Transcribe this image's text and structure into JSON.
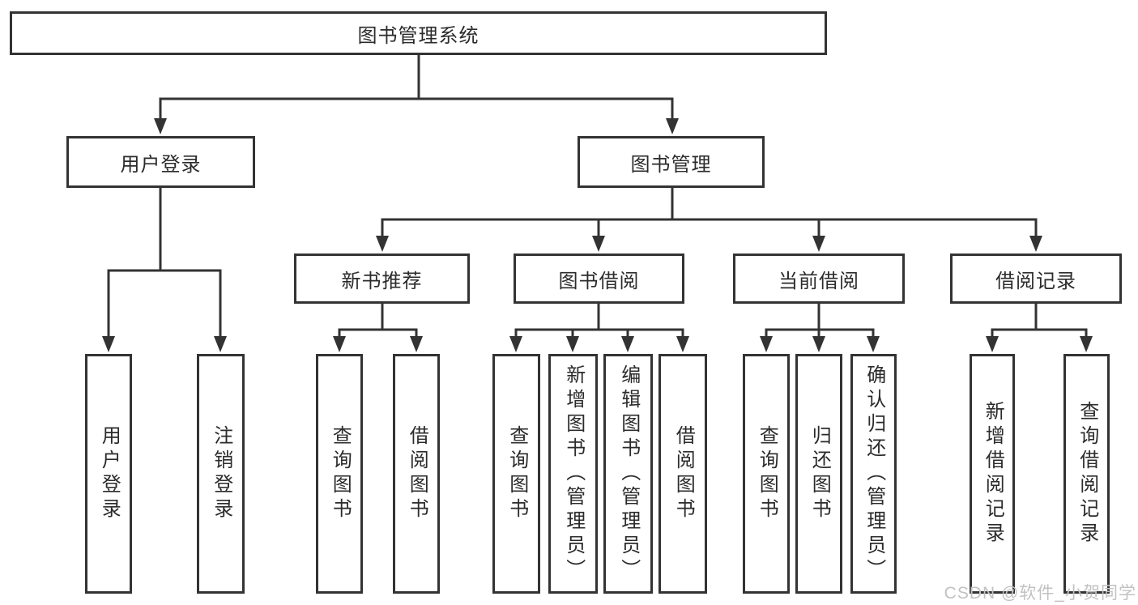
{
  "nodes": {
    "root": "图书管理系统",
    "user_login": "用户登录",
    "book_mgmt": "图书管理",
    "new_book_rec": "新书推荐",
    "book_borrow": "图书借阅",
    "current_borrow": "当前借阅",
    "borrow_records": "借阅记录",
    "leaf_user_login": "用户登录",
    "leaf_logout": "注销登录",
    "leaf_nbr_query": "查询图书",
    "leaf_nbr_borrow": "借阅图书",
    "leaf_bb_query": "查询图书",
    "leaf_bb_add": "新增图书（管理员）",
    "leaf_bb_edit": "编辑图书（管理员）",
    "leaf_bb_borrow": "借阅图书",
    "leaf_cb_query": "查询图书",
    "leaf_cb_return": "归还图书",
    "leaf_cb_confirm": "确认归还（管理员）",
    "leaf_br_add": "新增借阅记录",
    "leaf_br_query": "查询借阅记录"
  },
  "watermark": "CSDN @软件_小贺同学",
  "colors": {
    "line": "#333333",
    "text": "#2b2b2b",
    "watermark": "#c2c2c2",
    "background": "#ffffff"
  }
}
